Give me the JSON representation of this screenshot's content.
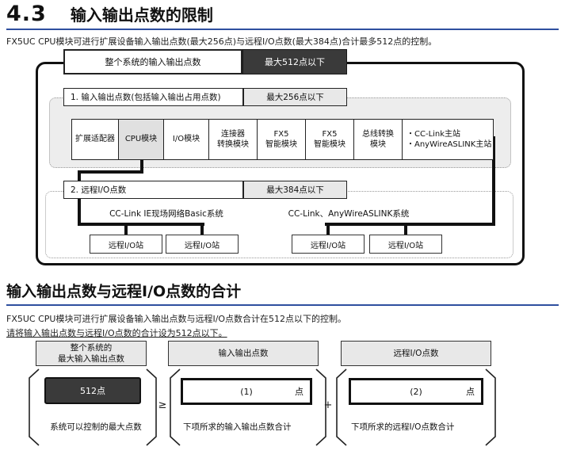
{
  "header": {
    "number": "4.3",
    "title": "输入输出点数的限制"
  },
  "intro": "FX5UC CPU模块可进行扩展设备输入输出点数(最大256点)与远程I/O点数(最大384点)合计最多512点的控制。",
  "colors": {
    "accent": "#2e4f9f",
    "dark_box": "#3a3a3a",
    "gray_box": "#e8e8e8",
    "dotted_fill": "#ededed"
  },
  "diagram1": {
    "total": {
      "label": "整个系统的输入输出点数",
      "value": "最大512点以下"
    },
    "io": {
      "label": "1. 输入输出点数(包括输入输出占用点数)",
      "value": "最大256点以下"
    },
    "modules": [
      {
        "l1": "扩展适配器",
        "l2": ""
      },
      {
        "l1": "CPU模块",
        "l2": ""
      },
      {
        "l1": "I/O模块",
        "l2": ""
      },
      {
        "l1": "连接器",
        "l2": "转换模块"
      },
      {
        "l1": "FX5",
        "l2": "智能模块"
      },
      {
        "l1": "FX5",
        "l2": "智能模块"
      },
      {
        "l1": "总线转换",
        "l2": "模块"
      },
      {
        "l1": "・CC-Link主站",
        "l2": "・AnyWireASLINK主站"
      }
    ],
    "remote": {
      "label": "2. 远程I/O点数",
      "value": "最大384点以下"
    },
    "net1": {
      "name": "CC-Link IE现场网络Basic系统",
      "station1": "远程I/O站",
      "station2": "远程I/O站"
    },
    "net2": {
      "name": "CC-Link、AnyWireASLINK系统",
      "station1": "远程I/O站",
      "station2": "远程I/O站"
    }
  },
  "section2": {
    "title": "输入输出点数与远程I/O点数的合计",
    "line1": "FX5UC CPU模块可进行扩展设备输入输出点数与远程I/O点数合计在512点以下的控制。",
    "line2": "请将输入输出点数与远程I/O点数的合计设为512点以下。"
  },
  "diagram2": {
    "g1": {
      "header_l1": "整个系统的",
      "header_l2": "最大输入输出点数",
      "box": "512点",
      "caption": "系统可以控制的最大点数"
    },
    "op1": "≥",
    "g2": {
      "header": "输入输出点数",
      "value": "(1)",
      "unit": "点",
      "caption": "下项所求的输入输出点数合计"
    },
    "op2": "+",
    "g3": {
      "header": "远程I/O点数",
      "value": "(2)",
      "unit": "点",
      "caption": "下项所求的远程I/O点数合计"
    }
  }
}
